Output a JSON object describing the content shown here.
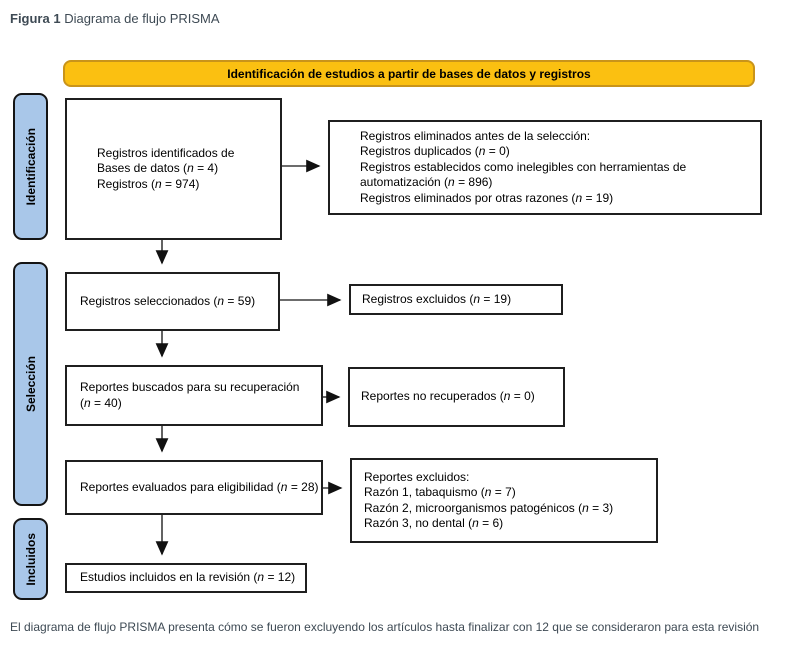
{
  "title": {
    "prefix": "Figura 1",
    "text": " Diagrama de flujo PRISMA"
  },
  "banner": {
    "label": "Identificación de estudios a partir de bases de datos y registros"
  },
  "sidebar": {
    "labels": [
      "Identificación",
      "Selección",
      "Incluidos"
    ]
  },
  "flow": {
    "identified": {
      "lines": [
        "Registros identificados de",
        "Bases de datos (n = 4)",
        "Registros (n = 974)"
      ]
    },
    "removed_before_screening": {
      "lines": [
        "Registros eliminados antes de la selección:",
        "Registros duplicados (n = 0)",
        "Registros establecidos como inelegibles con herramientas de",
        "automatización (n = 896)",
        "Registros eliminados por otras razones (n = 19)"
      ]
    },
    "screened": {
      "lines": [
        "Registros seleccionados (n = 59)"
      ]
    },
    "records_excluded": {
      "lines": [
        "Registros excluidos (n = 19)"
      ]
    },
    "sought": {
      "lines": [
        "Reportes buscados para su recuperación",
        "(n = 40)"
      ]
    },
    "not_retrieved": {
      "lines": [
        "Reportes no recuperados (n = 0)"
      ]
    },
    "assessed": {
      "lines": [
        "Reportes evaluados para eligibilidad (n = 28)"
      ]
    },
    "reports_excluded": {
      "lines": [
        "Reportes excluidos:",
        "Razón 1, tabaquismo (n = 7)",
        "Razón 2, microorganismos patogénicos (n = 3)",
        "Razón 3, no dental (n = 6)"
      ]
    },
    "included": {
      "lines": [
        "Estudios incluidos en la revisión (n = 12)"
      ]
    }
  },
  "caption": {
    "text": "El diagrama de flujo PRISMA presenta cómo se fueron excluyendo los artículos hasta finalizar con 12 que se consideraron para esta revisión"
  },
  "colors": {
    "banner_bg": "#FBC011",
    "banner_border": "#C9941A",
    "sidebar_bg": "#A9C7E9",
    "box_border": "#1F1F1F",
    "arrow": "#3C3C3C",
    "title_text": "#3E4A54"
  }
}
